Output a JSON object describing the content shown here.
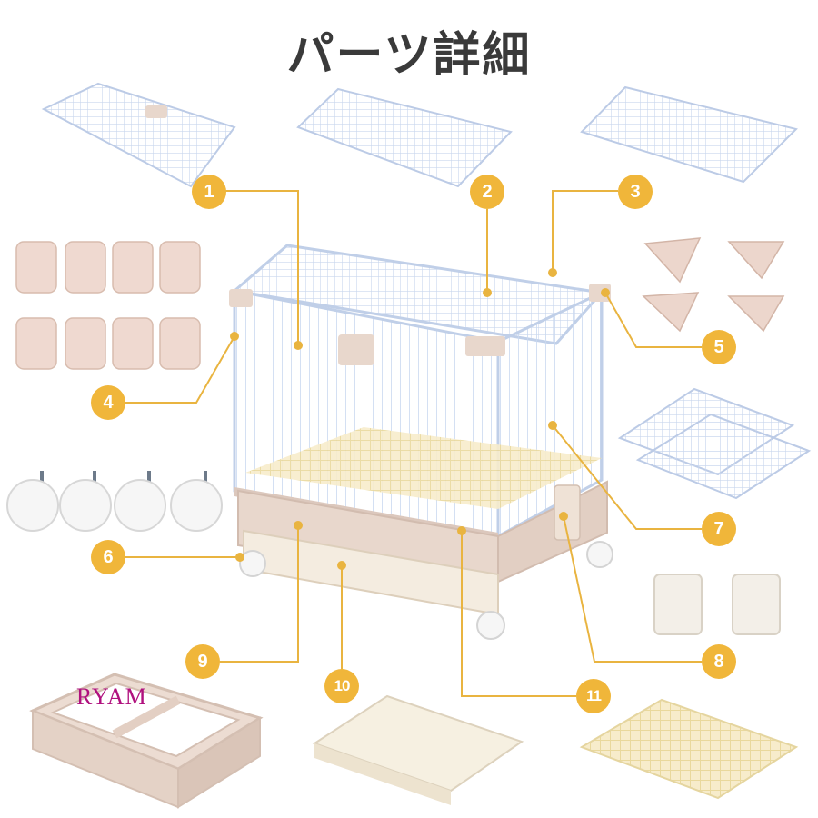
{
  "title": "パーツ詳細",
  "watermark": "RYAM",
  "colors": {
    "badge": "#f0b63a",
    "leader_line": "#e9b440",
    "wire": "#c9d7ee",
    "tray": "#e8d7cc",
    "grid": "#f4e7b8",
    "drawer": "#f3ecdf"
  },
  "callouts": [
    "1",
    "2",
    "3",
    "4",
    "5",
    "6",
    "7",
    "8",
    "9",
    "10",
    "11"
  ]
}
